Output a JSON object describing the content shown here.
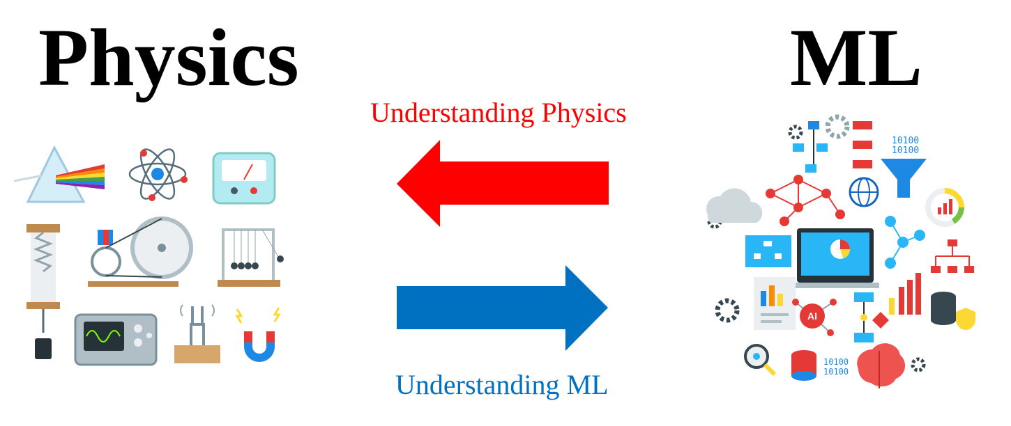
{
  "titles": {
    "left": "Physics",
    "right": "ML"
  },
  "arrows": {
    "top": {
      "label": "Understanding Physics",
      "direction": "left",
      "color": "#ff0000"
    },
    "bottom": {
      "label": "Understanding ML",
      "direction": "right",
      "color": "#0070c0"
    }
  },
  "illustrations": {
    "physics_icons": [
      "prism-icon",
      "atom-icon",
      "meter-icon",
      "spring-scale-icon",
      "generator-icon",
      "newtons-cradle-icon",
      "oscilloscope-icon",
      "tuning-fork-icon",
      "magnet-icon"
    ],
    "ml_icons": [
      "gear-icon",
      "neural-network-icon",
      "flowchart-icon",
      "funnel-icon",
      "cloud-icon",
      "monitor-icon",
      "database-icon",
      "brain-icon",
      "ai-chip-icon",
      "magnifier-icon",
      "globe-icon",
      "bar-chart-icon",
      "binary-code-icon"
    ]
  },
  "ml_text": {
    "binary_a": "10100",
    "binary_b": "10100",
    "ai_label": "AI"
  }
}
